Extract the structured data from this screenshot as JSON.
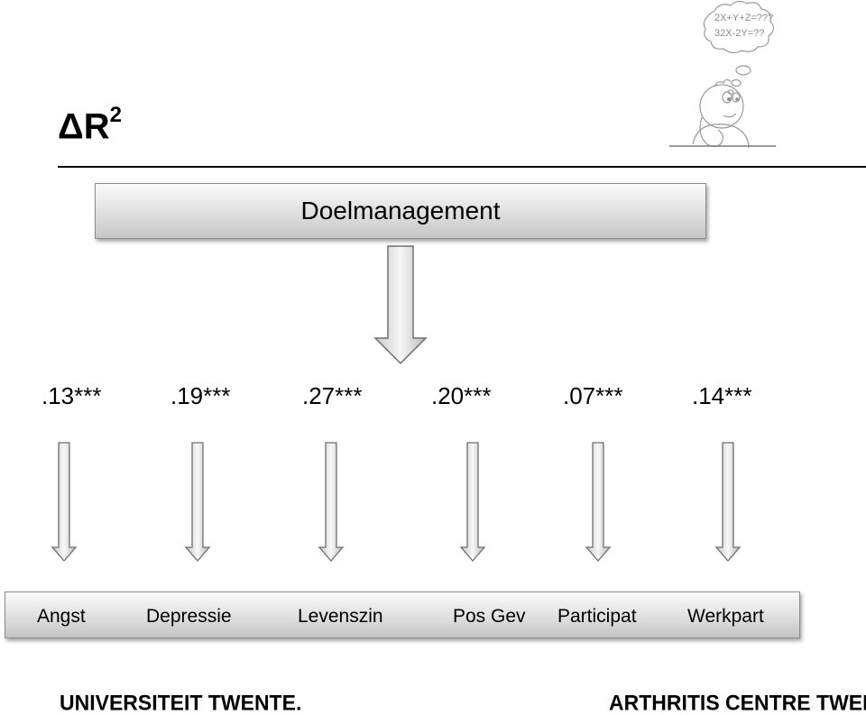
{
  "title": {
    "symbol": "ΔR",
    "superscript": "2"
  },
  "predictor": {
    "label": "Doelmanagement"
  },
  "delta_r2_values": [
    ".13***",
    ".19***",
    ".27***",
    ".20***",
    ".07***",
    ".14***"
  ],
  "outcomes": [
    "Angst",
    "Depressie",
    "Levenszin",
    "Pos Gev",
    "Participat",
    "Werkpart"
  ],
  "thinker_bubble": {
    "line1": "2X+Y+Z=???",
    "line2": "32X-2Y=??"
  },
  "footer": {
    "left": "UNIVERSITEIT TWENTE.",
    "right": "ARTHRITIS CENTRE TWENTE"
  }
}
